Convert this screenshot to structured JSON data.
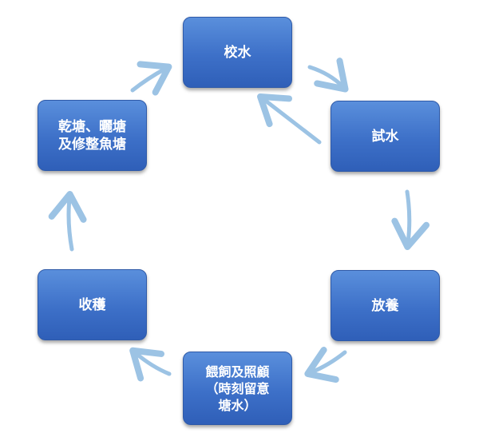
{
  "diagram": {
    "nodes": [
      {
        "id": "calibrate",
        "label": "校水"
      },
      {
        "id": "test",
        "label": "試水"
      },
      {
        "id": "stock",
        "label": "放養"
      },
      {
        "id": "feed",
        "label": "餵飼及照顧\n（時刻留意\n塘水）"
      },
      {
        "id": "harvest",
        "label": "收穫"
      },
      {
        "id": "drain",
        "label": "乾塘、曬塘\n及修整魚塘"
      }
    ],
    "edges": [
      {
        "from": "calibrate",
        "to": "test"
      },
      {
        "from": "test",
        "to": "stock"
      },
      {
        "from": "stock",
        "to": "feed"
      },
      {
        "from": "feed",
        "to": "harvest"
      },
      {
        "from": "harvest",
        "to": "drain"
      },
      {
        "from": "drain",
        "to": "calibrate"
      },
      {
        "from": "test",
        "to": "calibrate"
      }
    ],
    "colors": {
      "node_fill": "#3d70c8",
      "node_text": "#ffffff",
      "arrow": "#9cc3e4"
    }
  }
}
